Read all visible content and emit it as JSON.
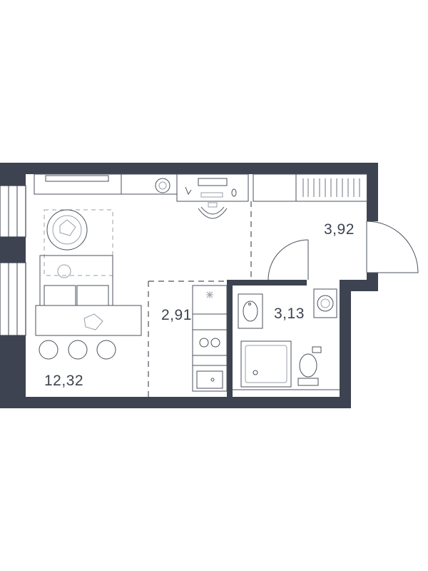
{
  "plan": {
    "wall_color": "#3d4350",
    "rooms": [
      {
        "id": "living",
        "area": "12,32"
      },
      {
        "id": "kitchen",
        "area": "2,91"
      },
      {
        "id": "bathroom",
        "area": "3,13"
      },
      {
        "id": "hall",
        "area": "3,92"
      }
    ]
  }
}
